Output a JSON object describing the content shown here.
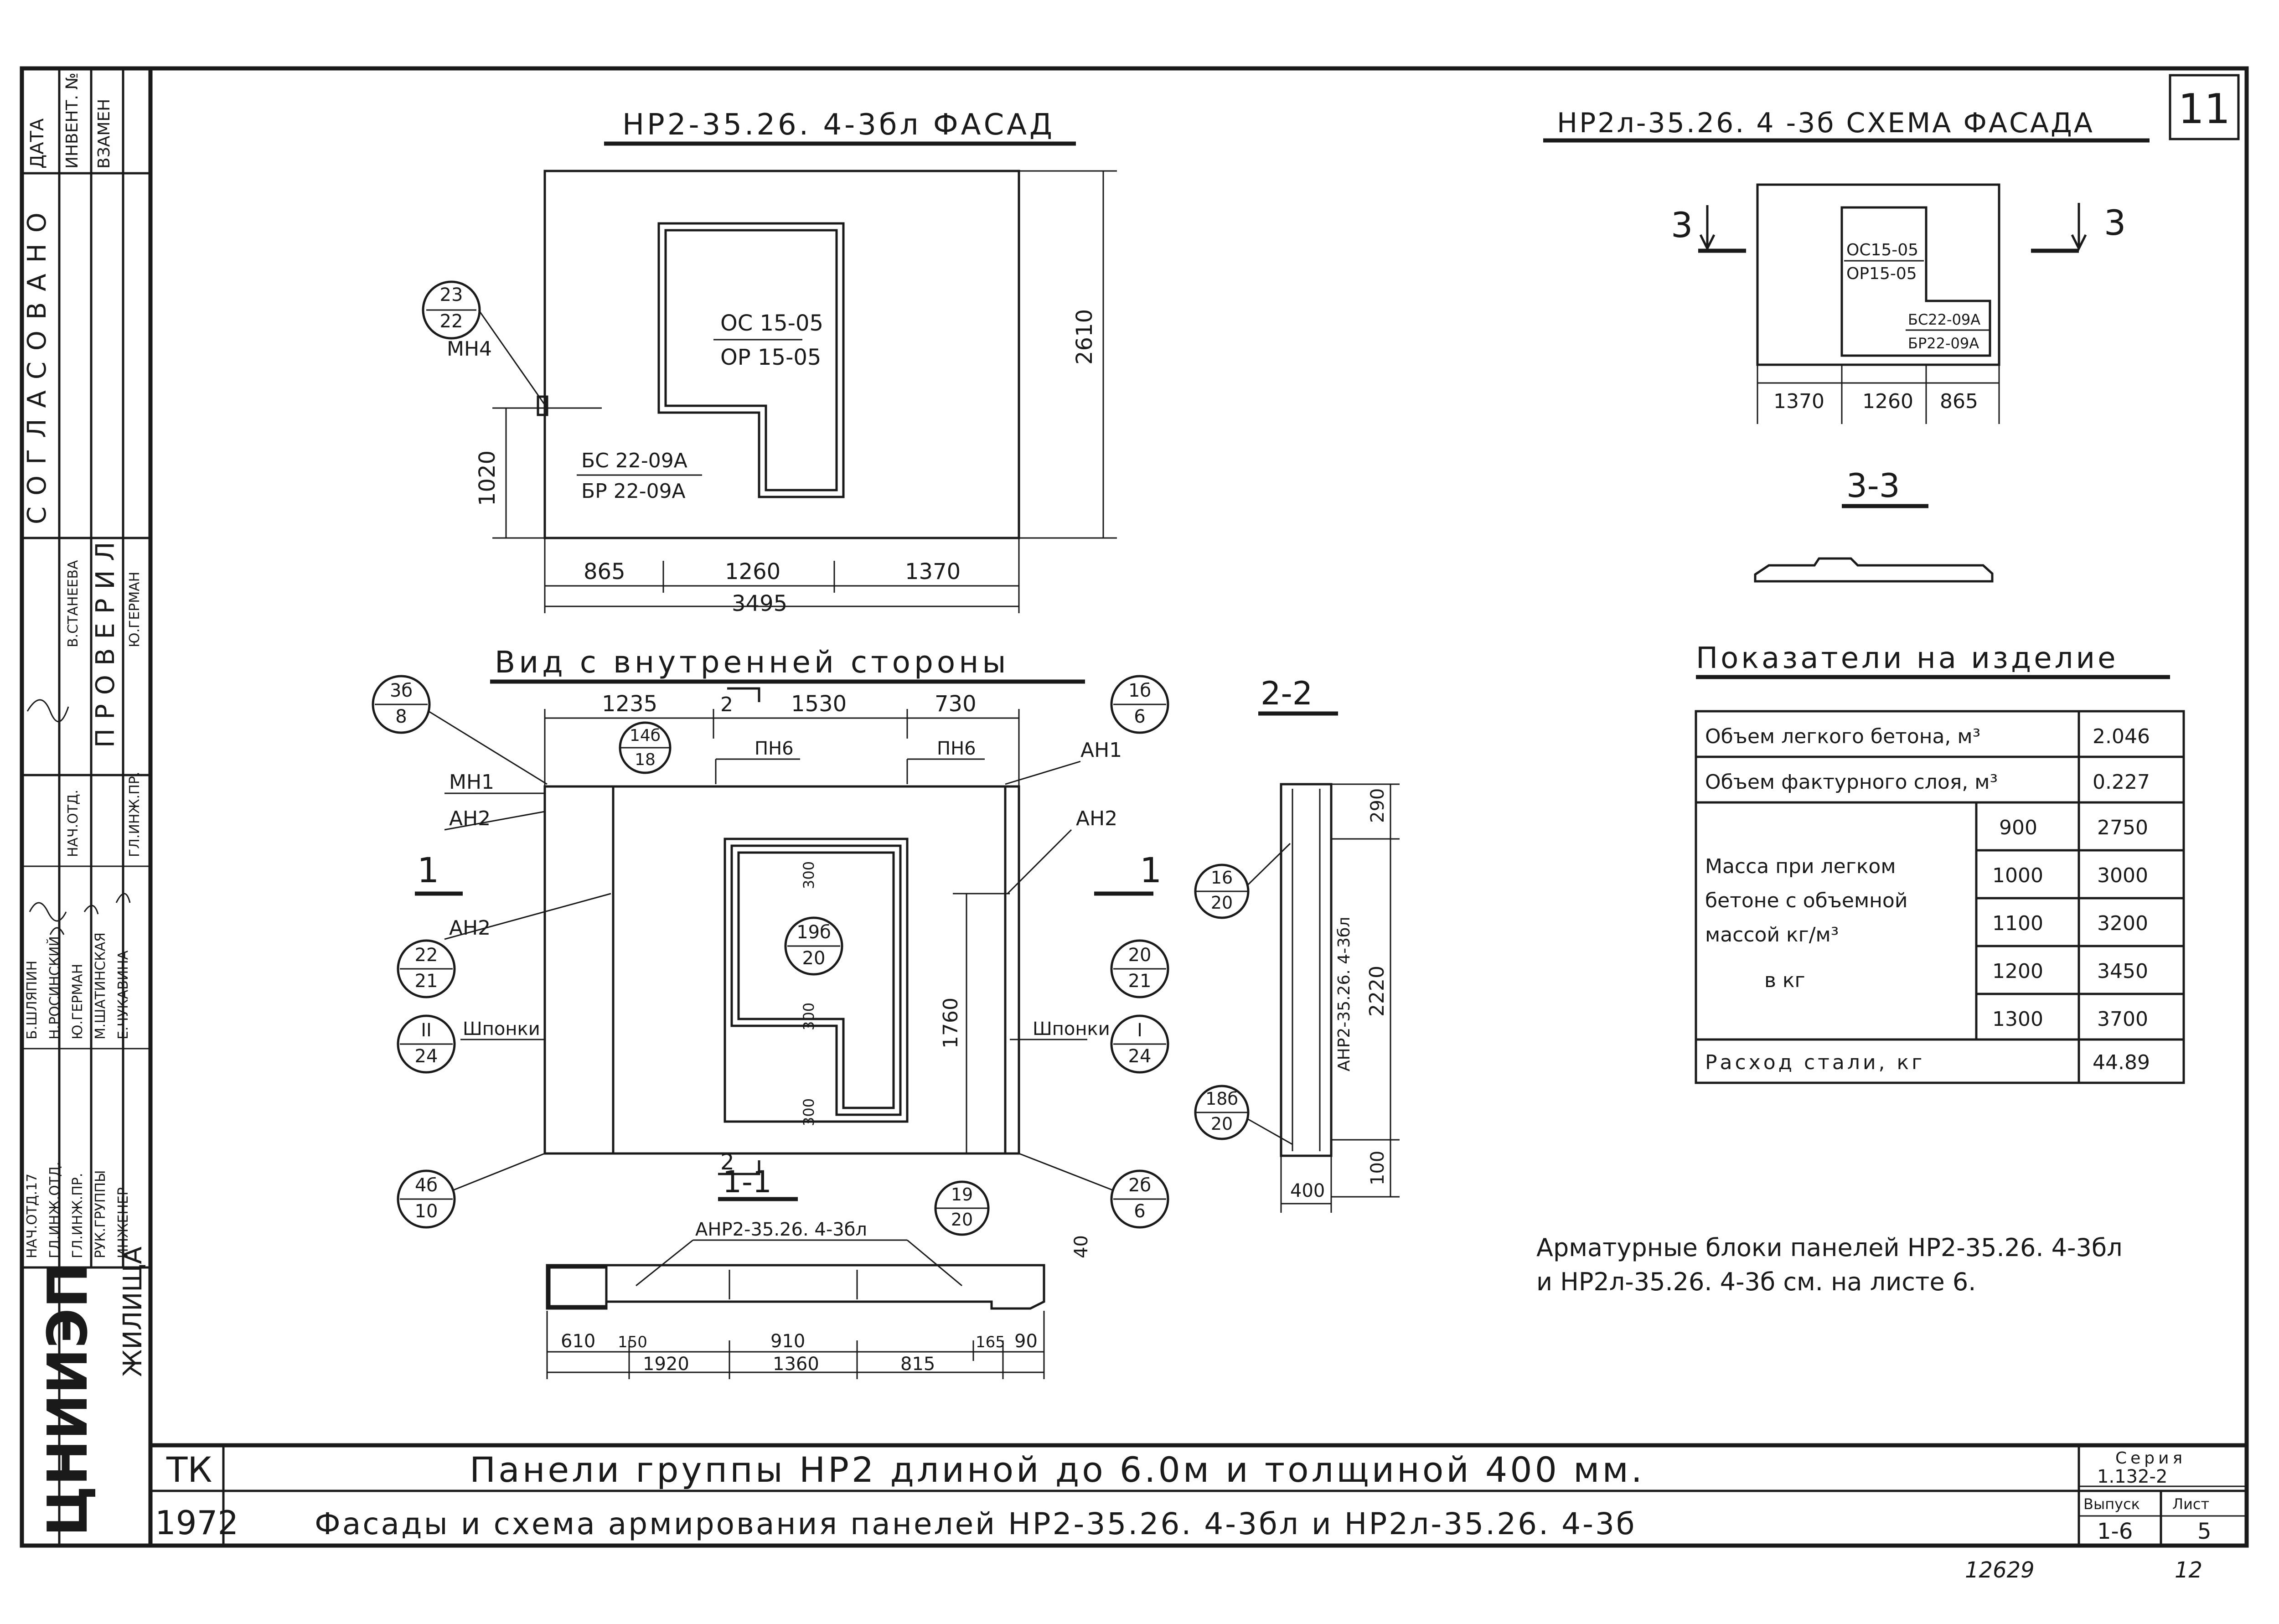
{
  "sheet_number": "11",
  "left_stamp": {
    "vertical_header": [
      "ДАТА",
      "ИНВЕНТ. №",
      "ВЗАМЕН"
    ],
    "agreed_label": "СОГЛАСОВАНО",
    "checked_label": "ПРОВЕРИЛ",
    "checkers": [
      "В.СТАНЕЕВА",
      "Ю.ГЕРМАН"
    ],
    "checker_roles": [
      "НАЧ.ОТД.",
      "ГЛ.ИНЖ.ПР."
    ],
    "roles": [
      "НАЧ.ОТД.17",
      "ГЛ.ИНЖ.ОТД.",
      "ГЛ.ИНЖ.ПР.",
      "РУК.ГРУППЫ",
      "ИНЖЕНЕР"
    ],
    "names": [
      "Б.ШЛЯПИН",
      "Н.РОСИНСКИЙ",
      "Ю.ГЕРМАН",
      "М.ШАТИНСКАЯ",
      "Е.ЧУКАВИНА"
    ],
    "org_dept": "ЖИЛИЩА",
    "org_logo": "ЦНИИЭП"
  },
  "facade": {
    "title": "НР2-35.26. 4-3бл ФАСАД",
    "window": [
      "ОС 15-05",
      "ОР 15-05"
    ],
    "door": [
      "БС 22-09А",
      "БР 22-09А"
    ],
    "height": "2610",
    "left_dim": "1020",
    "bottom_dims": [
      "865",
      "1260",
      "1370"
    ],
    "total_width": "3495",
    "callout": {
      "top": "23",
      "bottom": "22"
    },
    "callout_label": "МН4"
  },
  "scheme": {
    "title": "НР2л-35.26. 4 -3б СХЕМА ФАСАДА",
    "window": [
      "ОС15-05",
      "ОР15-05"
    ],
    "door": [
      "БС22-09А",
      "БР22-09А"
    ],
    "bottom_dims": [
      "1370",
      "1260",
      "865"
    ],
    "cut_marks": [
      "3",
      "3"
    ],
    "section_title": "3-3"
  },
  "inner_view": {
    "title": "Вид с внутренней стороны",
    "top_dims": [
      "1235",
      "1530",
      "730"
    ],
    "section_mark": "2",
    "labels": {
      "pn1": "ПН6",
      "pn2": "ПН6",
      "an1": "АН1",
      "mn1": "МН1",
      "an2a": "АН2",
      "an2b": "АН2",
      "an2c": "АН2",
      "keys_left": "Шпонки",
      "keys_right": "Шпонки"
    },
    "opening_dims": [
      "300",
      "300",
      "300"
    ],
    "height_dim": "1760",
    "cut_marks": [
      "1",
      "1"
    ],
    "callouts": [
      {
        "top": "3б",
        "bottom": "8"
      },
      {
        "top": "14б",
        "bottom": "18"
      },
      {
        "top": "1б",
        "bottom": "6"
      },
      {
        "top": "19б",
        "bottom": "20"
      },
      {
        "top": "22",
        "bottom": "21"
      },
      {
        "top": "II",
        "bottom": "24"
      },
      {
        "top": "20",
        "bottom": "21"
      },
      {
        "top": "I",
        "bottom": "24"
      },
      {
        "top": "4б",
        "bottom": "10"
      },
      {
        "top": "2б",
        "bottom": "6"
      }
    ]
  },
  "section_22": {
    "title": "2-2",
    "block_label": "АНР2-35.26. 4-3бл",
    "dims": [
      "290",
      "2220",
      "100"
    ],
    "width": "400",
    "callouts": [
      {
        "top": "16",
        "bottom": "20"
      },
      {
        "top": "18б",
        "bottom": "20"
      }
    ]
  },
  "section_11": {
    "title": "1-1",
    "mark": "2",
    "block_label": "АНР2-35.26. 4-3бл",
    "thickness": "40",
    "callout": {
      "top": "19",
      "bottom": "20"
    },
    "dims_row1": [
      "610",
      "150",
      "910",
      "165",
      "90"
    ],
    "dims_row2": [
      "1920",
      "1360",
      "815"
    ]
  },
  "indicators": {
    "title": "Показатели на изделие",
    "rows": [
      {
        "label": "Объем легкого бетона, м³",
        "value": "2.046"
      },
      {
        "label": "Объем фактурного слоя, м³",
        "value": "0.227"
      }
    ],
    "mass_label": [
      "Масса при легком",
      "бетоне с объемной",
      "массой кг/м³",
      "в кг"
    ],
    "densities": [
      "900",
      "1000",
      "1100",
      "1200",
      "1300"
    ],
    "masses": [
      "2750",
      "3000",
      "3200",
      "3450",
      "3700"
    ],
    "steel_label": "Расход стали, кг",
    "steel_value": "44.89"
  },
  "note": [
    "Арматурные блоки панелей НР2-35.26. 4-3бл",
    "и НР2л-35.26. 4-3б см. на листе 6."
  ],
  "title_block": {
    "code": "ТК",
    "year": "1972",
    "title1": "Панели группы НР2 длиной до 6.0м и толщиной 400 мм.",
    "title2": "Фасады и схема армирования панелей НР2-35.26. 4-3бл и НР2л-35.26. 4-3б",
    "series_label": "Серия",
    "series_value": "1.132-2",
    "issue_label": "Выпуск",
    "issue_value": "1-6",
    "sheet_label": "Лист",
    "sheet_value": "5"
  },
  "footer_numbers": [
    "12629",
    "12"
  ]
}
